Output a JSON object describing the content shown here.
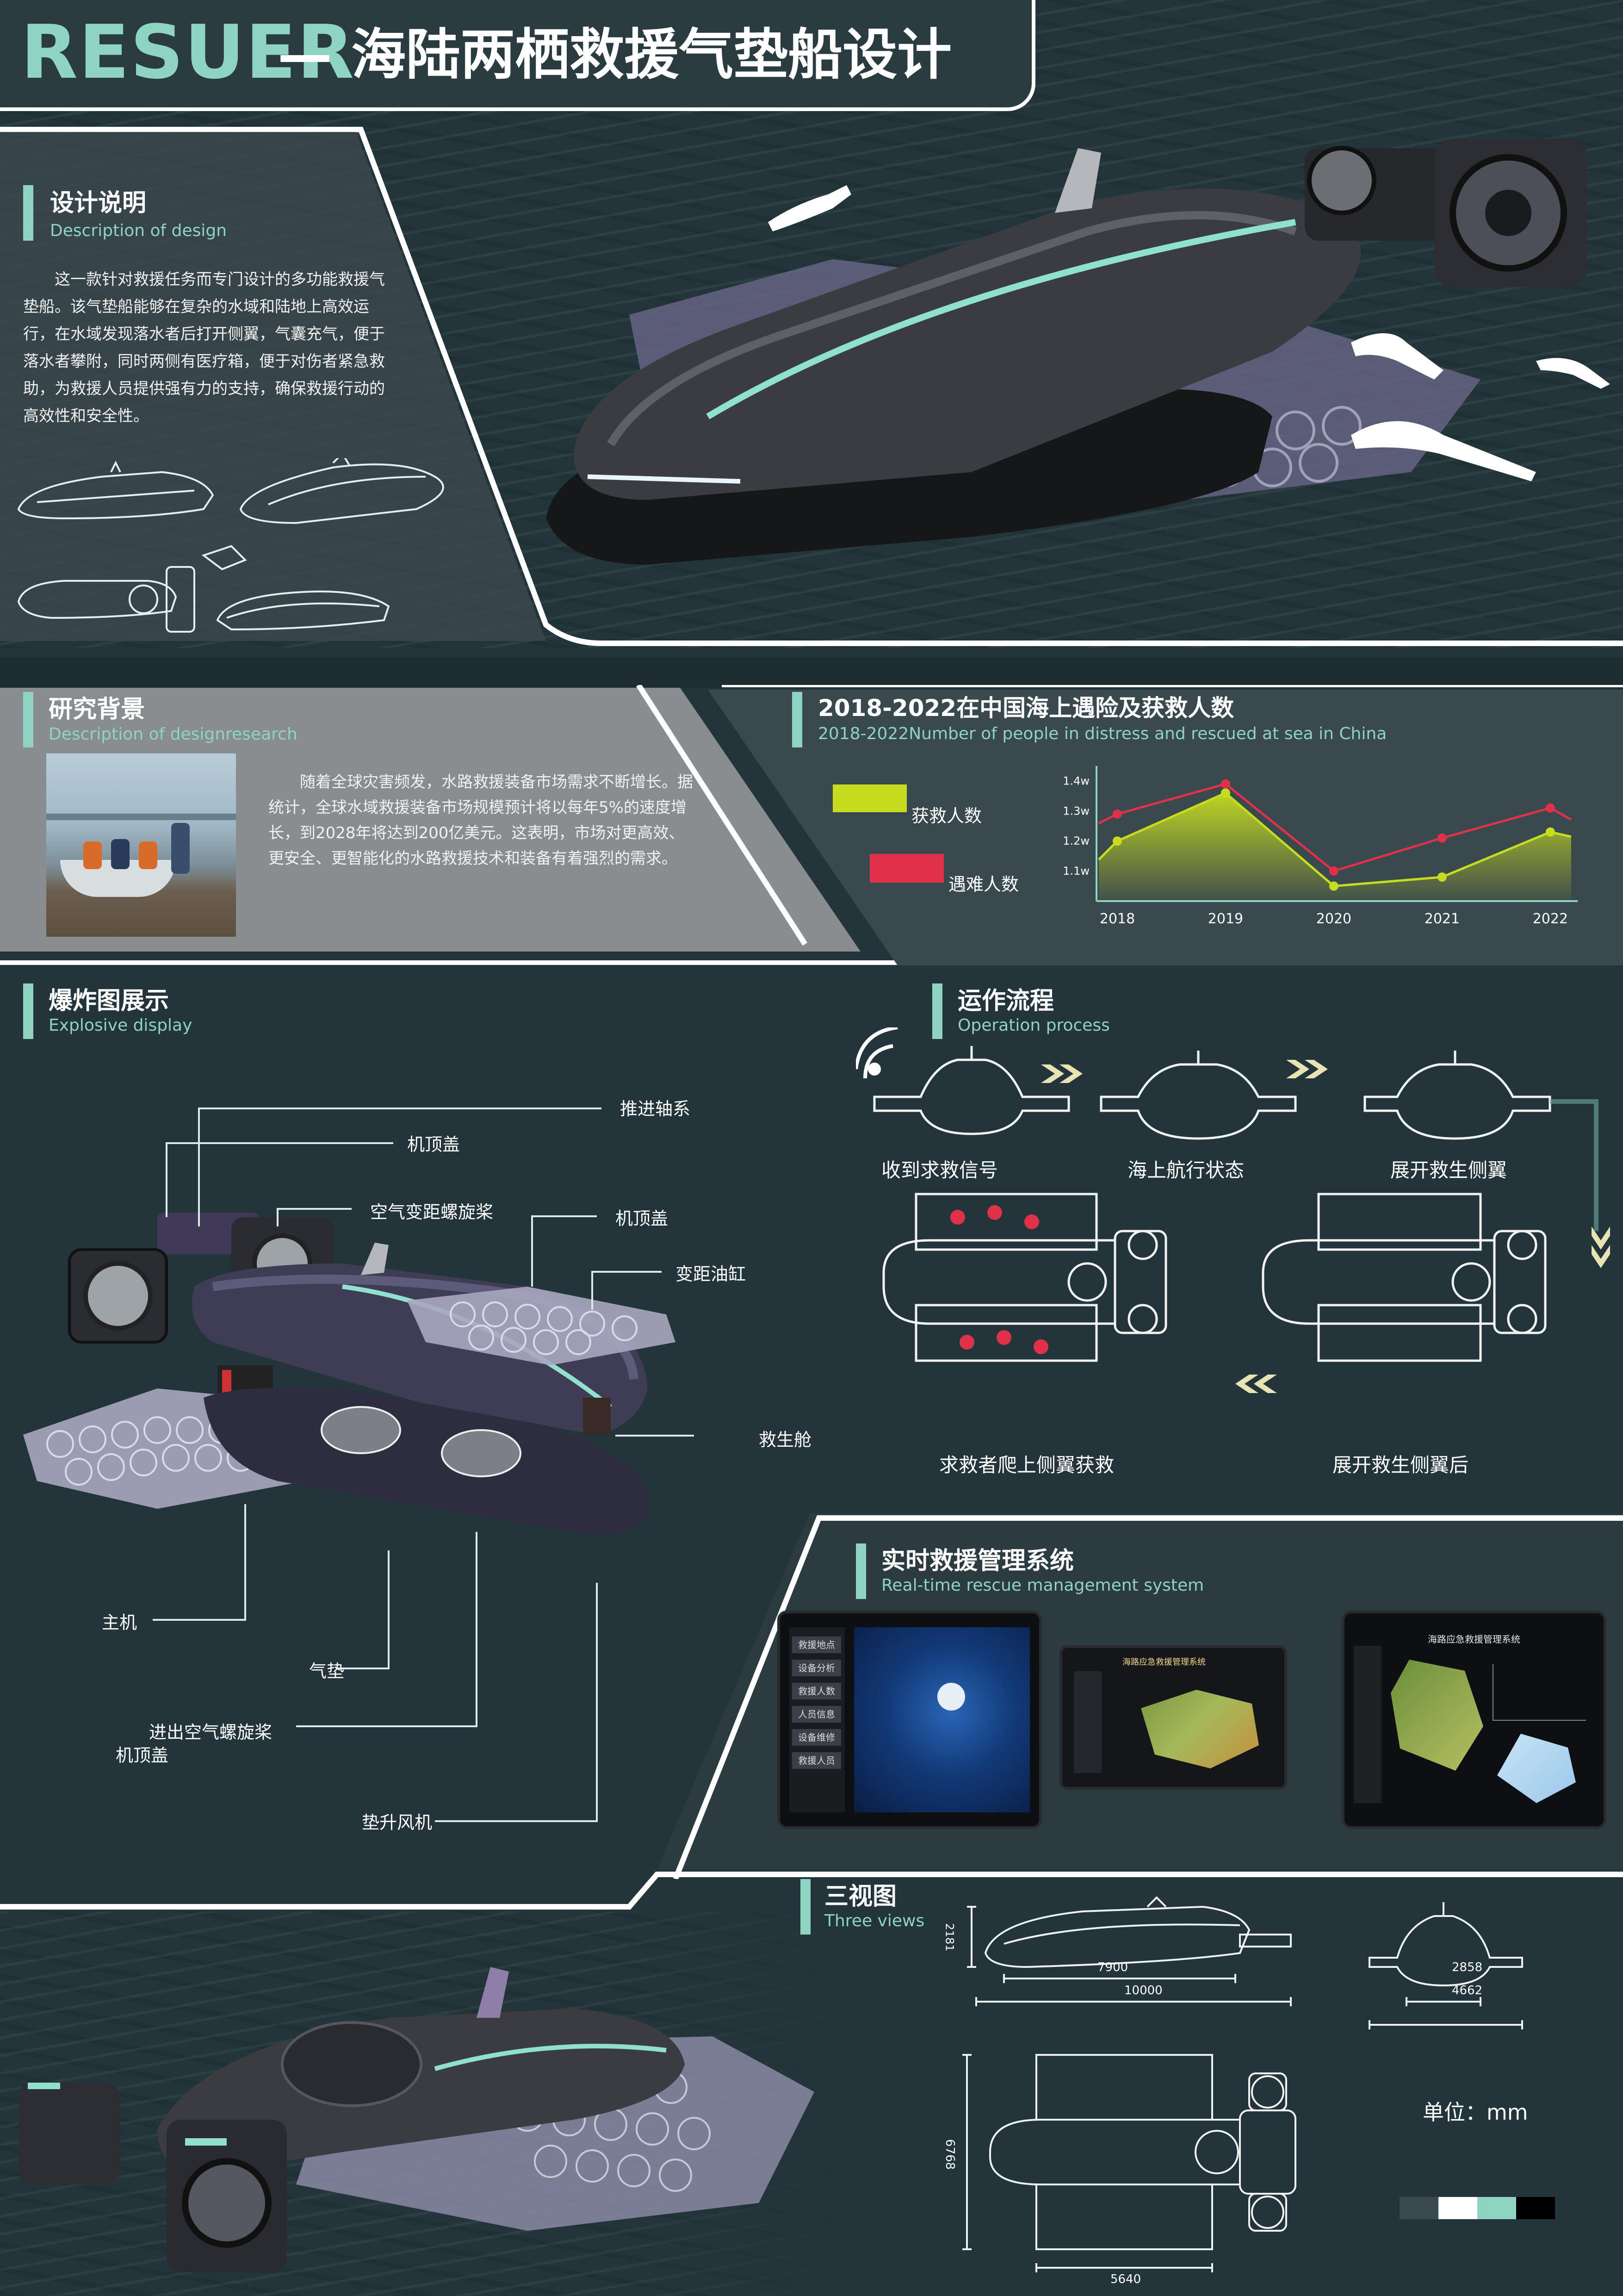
{
  "header": {
    "title_en": "RESUER",
    "title_cn": "— 海陆两栖救援气垫船设计"
  },
  "design": {
    "title": "设计说明",
    "subtitle": "Description of design",
    "text": "这一款针对救援任务而专门设计的多功能救援气垫船。该气垫船能够在复杂的水域和陆地上高效运行，在水域发现落水者后打开侧翼，气囊充气，便于落水者攀附，同时两侧有医疗箱，便于对伤者紧急救助，为救援人员提供强有力的支持，确保救援行动的高效性和安全性。"
  },
  "background": {
    "title": "研究背景",
    "subtitle": "Description of designresearch",
    "text": "随着全球灾害频发，水路救援装备市场需求不断增长。据统计，全球水域救援装备市场规模预计将以每年5%的速度增长，到2028年将达到200亿美元。这表明，市场对更高效、更安全、更智能化的水路救援技术和装备有着强烈的需求。"
  },
  "stats": {
    "title": "2018-2022在中国海上遇险及获救人数",
    "subtitle": "2018-2022Number of people in distress and rescued at sea in China"
  },
  "chart_data": {
    "type": "line",
    "categories": [
      "2018",
      "2019",
      "2020",
      "2021",
      "2022"
    ],
    "yticks": [
      "1.1w",
      "1.2w",
      "1.3w",
      "1.4w"
    ],
    "ylim": [
      1.0,
      1.45
    ],
    "series": [
      {
        "name": "获救人数",
        "color": "#c6dc1f",
        "values": [
          1.2,
          1.36,
          1.05,
          1.08,
          1.23
        ]
      },
      {
        "name": "遇难人数",
        "color": "#e0314b",
        "values": [
          1.29,
          1.39,
          1.1,
          1.21,
          1.31
        ]
      }
    ]
  },
  "explosive": {
    "title": "爆炸图展示",
    "subtitle": "Explosive display",
    "labels": {
      "propulsion_shaft": "推进轴系",
      "hood_1": "机顶盖",
      "variable_propeller": "空气变距螺旋桨",
      "hood_2": "机顶盖",
      "pitch_cylinder": "变距油缸",
      "lifeboat": "救生舱",
      "main_engine": "主机",
      "air_cushion": "气垫",
      "in_out_propeller": "进出空气螺旋桨",
      "hood_3": "机顶盖",
      "lift_fan": "垫升风机"
    }
  },
  "operation": {
    "title": "运作流程",
    "subtitle": "Operation process",
    "steps": [
      "收到求救信号",
      "海上航行状态",
      "展开救生侧翼",
      "展开救生侧翼后",
      "求救者爬上侧翼获救"
    ]
  },
  "management": {
    "title": "实时救援管理系统",
    "subtitle": "Real-time rescue management system",
    "screen1_menu": [
      "救援地点",
      "设备分析",
      "救援人数",
      "人员信息",
      "设备维修",
      "救援人员"
    ],
    "screen2_title": "海路应急救援管理系统",
    "screen3_title": "海路应急救援管理系统"
  },
  "views": {
    "title": "三视图",
    "subtitle": "Three views",
    "dims": {
      "height": "2181",
      "len_inner": "7900",
      "len_outer": "10000",
      "front_inner": "2858",
      "front_outer": "4662",
      "width": "6768",
      "top_len": "5640"
    },
    "unit": "单位：mm",
    "palette": [
      "#3b4a51",
      "#ffffff",
      "#8fd3c3",
      "#000000"
    ]
  }
}
